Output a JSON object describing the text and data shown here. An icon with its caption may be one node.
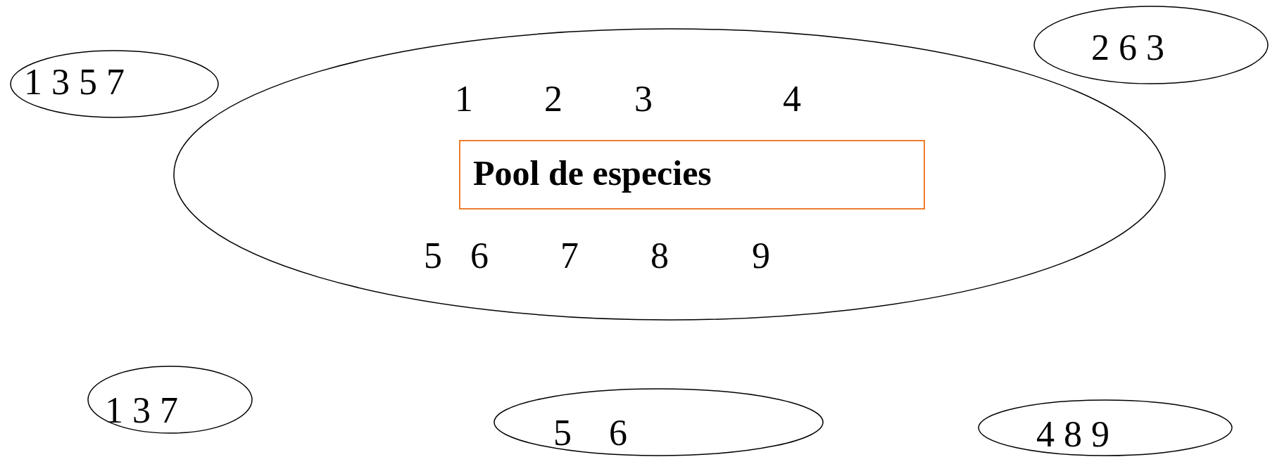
{
  "diagram": {
    "nodes": [
      {
        "text": [
          "1",
          "2",
          "3",
          "4",
          "5",
          "6",
          "7",
          "8",
          "9"
        ]
      },
      {
        "text": [
          "Pool de especies"
        ],
        "in": 0
      },
      {
        "text": [
          "1 3 5 7"
        ]
      },
      {
        "text": [
          "2 6 3"
        ]
      },
      {
        "text": [
          "1 3 7"
        ]
      },
      {
        "text": [
          "5 6"
        ]
      },
      {
        "text": [
          "4 8 9"
        ]
      }
    ]
  }
}
